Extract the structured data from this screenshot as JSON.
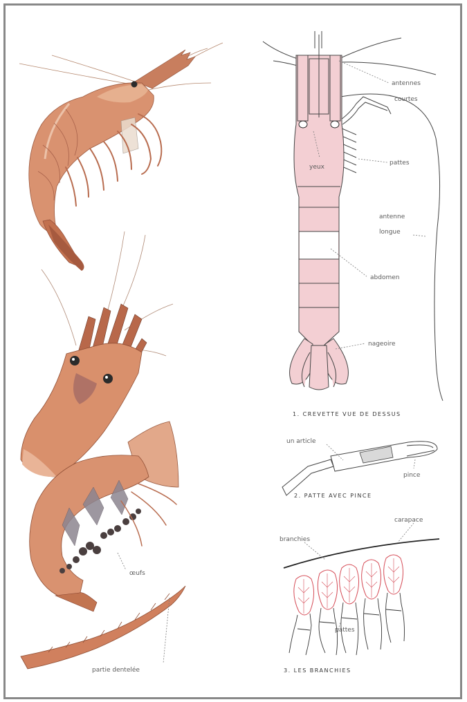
{
  "labels": {
    "antennes_courtes": [
      "antennes",
      "courtes"
    ],
    "pattes": "pattes",
    "yeux": "yeux",
    "antenne_longue": [
      "antenne",
      "longue"
    ],
    "abdomen": "abdomen",
    "nageoire": "nageoire",
    "un_article": "un article",
    "pince": "pince",
    "carapace": "carapace",
    "branchies": "branchies",
    "pattes_branchies": "pattes",
    "oeufs": "œufs",
    "patte_dentelee": "partie dentelée"
  },
  "captions": {
    "fig1": "1. CREVETTE VUE DE DESSUS",
    "fig2": "2. PATTE AVEC PINCE",
    "fig3": "3. LES BRANCHIES"
  },
  "colors": {
    "shrimp_body": "#d99270",
    "shrimp_dark": "#b8654a",
    "shrimp_light": "#f0c7a8",
    "diagram_fill": "#f3cfd3",
    "gill_red": "#d54a55",
    "frame": "#888888"
  }
}
